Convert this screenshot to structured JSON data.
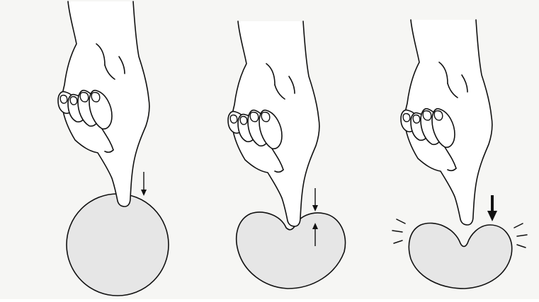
{
  "colors": {
    "background": "#f6f6f4",
    "ball_fill": "#e6e6e6",
    "ink": "#111111",
    "hand_fill": "#ffffff"
  },
  "panels": [
    {
      "id": "panel-1",
      "ball_state": "round",
      "arrows": [
        "down-thin"
      ]
    },
    {
      "id": "panel-2",
      "ball_state": "dented",
      "arrows": [
        "down-thin",
        "up-thin"
      ]
    },
    {
      "id": "panel-3",
      "ball_state": "deeply-dented",
      "arrows": [
        "down-thick"
      ],
      "effect": "impact-lines"
    }
  ],
  "icons": {
    "hand": "pointing-hand-icon",
    "arrow_down": "arrow-down-icon",
    "arrow_up": "arrow-up-icon",
    "impact": "impact-lines-icon"
  }
}
